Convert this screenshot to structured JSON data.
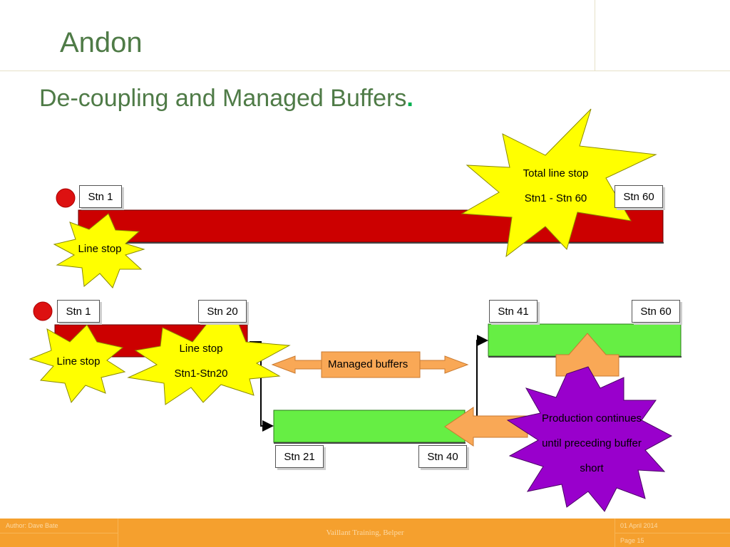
{
  "slide": {
    "title": "Andon",
    "subtitle": "De-coupling and Managed Buffers",
    "subtitle_period": "."
  },
  "top_line": {
    "start_label": "Stn 1",
    "end_label": "Stn 60",
    "line_stop": "Line stop",
    "total_stop_line1": "Total line stop",
    "total_stop_line2": "Stn1 - Stn 60"
  },
  "bottom_line": {
    "seg1_start": "Stn 1",
    "seg1_end": "Stn 20",
    "seg2_start": "Stn 21",
    "seg2_end": "Stn 40",
    "seg3_start": "Stn 41",
    "seg3_end": "Stn 60",
    "line_stop": "Line stop",
    "stop_range_line1": "Line stop",
    "stop_range_line2": "Stn1-Stn20",
    "managed_buffers": "Managed buffers",
    "continues_line1": "Production continues",
    "continues_line2": "until preceding buffer",
    "continues_line3": "short"
  },
  "footer": {
    "author": "Author:  Dave Bate",
    "center": "Vaillant Training, Belper",
    "date": "01 April 2014",
    "page": "Page 15"
  },
  "colors": {
    "title_green": "#4f7b47",
    "stopped_red": "#cc0000",
    "running_green": "#66ee44",
    "burst_yellow": "#ffff00",
    "burst_purple": "#9900cc",
    "arrow_orange": "#f9a856",
    "footer_orange": "#f5a02e"
  }
}
